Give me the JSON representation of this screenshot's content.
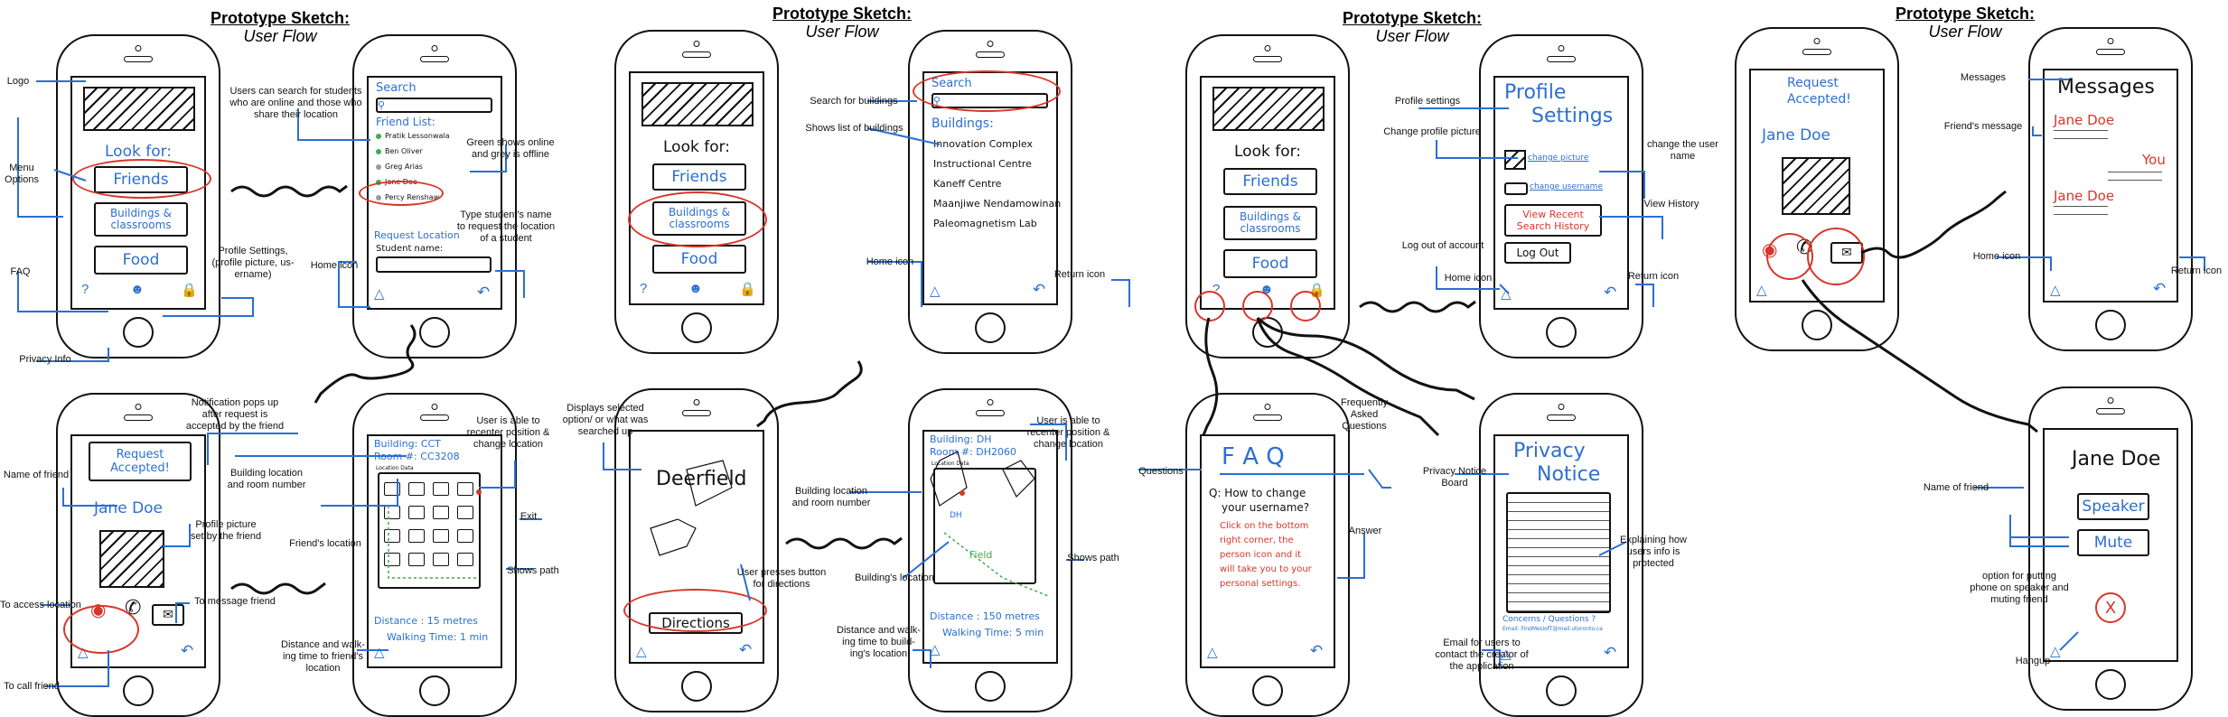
{
  "titles": [
    {
      "line1": "Prototype Sketch:",
      "line2": "User Flow"
    },
    {
      "line1": "Prototype Sketch:",
      "line2": "User Flow"
    },
    {
      "line1": "Prototype Sketch:",
      "line2": "User Flow"
    },
    {
      "line1": "Prototype Sketch:",
      "line2": "User Flow"
    }
  ],
  "menu": {
    "look_for": "Look for:",
    "friends": "Friends",
    "buildings": "Buildings & classrooms",
    "food": "Food"
  },
  "friend_search": {
    "search": "Search",
    "list_title": "Friend List:",
    "friends": [
      {
        "name": "Pratik Lessonwala",
        "status": "online"
      },
      {
        "name": "Ben Oliver",
        "status": "online"
      },
      {
        "name": "Greg Arias",
        "status": "offline"
      },
      {
        "name": "Jane Doe",
        "status": "online"
      },
      {
        "name": "Percy Renshaw",
        "status": "offline"
      }
    ],
    "request_location": "Request Location",
    "student_name": "Student name:",
    "status_colors": {
      "online": "#3cae4a",
      "offline": "#9a9a9a"
    }
  },
  "request_accepted": {
    "line1": "Request",
    "line2": "Accepted!",
    "name": "Jane Doe"
  },
  "friend_map": {
    "building": "Building: CCT",
    "room": "Room #: CC3208",
    "location_data": "Location Data",
    "distance": "Distance : 15 metres",
    "walking": "Walking Time: 1 min"
  },
  "buildings_list": {
    "search": "Search",
    "title": "Buildings:",
    "items": [
      "Innovation Complex",
      "Instructional Centre",
      "Kaneff Centre",
      "Maanjiwe Nendamowinan",
      "Paleomagnetism Lab"
    ]
  },
  "deerfield": {
    "name": "Deerfield",
    "button": "Directions"
  },
  "building_map": {
    "building": "Building: DH",
    "room": "Room #: DH2060",
    "location_data": "Location Data",
    "dh": "DH",
    "field": "Field",
    "distance": "Distance : 150 metres",
    "walking": "Walking Time: 5 min"
  },
  "profile": {
    "title1": "Profile",
    "title2": "Settings",
    "change_picture": "change picture",
    "change_username": "change username",
    "view_recent": "View Recent",
    "search_history": "Search History",
    "log_out": "Log Out"
  },
  "faq": {
    "title": "F A Q",
    "question1": "Q: How to change",
    "question2": "your username?",
    "answer": [
      "Click on the bottom",
      "right corner, the",
      "person icon and it",
      "will take you to your",
      "personal settings."
    ]
  },
  "privacy": {
    "title1": "Privacy",
    "title2": "Notice",
    "concerns": "Concerns / Questions ?",
    "email": "Email: FindMeUofT@mail.utoronto.ca"
  },
  "messages": {
    "title": "Messages",
    "jane1": "Jane Doe",
    "you": "You",
    "jane2": "Jane Doe"
  },
  "call": {
    "name": "Jane Doe",
    "speaker": "Speaker",
    "mute": "Mute",
    "hangup": "X"
  },
  "annotations": {
    "logo": "Logo",
    "menu_options": "Menu Options",
    "faq": "FAQ",
    "privacy_info": "Privacy Info",
    "profile_settings": "Profile Settings, (profile picture, us- ername)",
    "home_icon_1": "Home icon",
    "users_search": "Users can search for students who are online and those who share their location",
    "green_shows": "Green shows online and grey is offline",
    "type_student": "Type student's name to request the location of a student",
    "notification": "Notification pops up after request is accepted by the friend",
    "name_friend_1": "Name of friend",
    "profile_picture_set": "Profile picture set by the friend",
    "to_access": "To access location",
    "to_call": "To call friend",
    "to_message": "To message friend",
    "building_location_1": "Building location and room number",
    "recenter_1": "User is able to recenter position & change location",
    "friends_location": "Friend's location",
    "exit": "Exit",
    "shows_path_1": "Shows path",
    "distance_friend": "Distance and walk- ing time to friend's location",
    "search_buildings": "Search for buildings",
    "shows_list": "Shows list of buildings",
    "home_icon_2": "Home icon",
    "return_icon_2": "Return icon",
    "displays_selected": "Displays selected option/ or what was searched up",
    "user_presses": "User presses button for directions",
    "building_location_2": "Building location and room number",
    "recenter_2": "User is able to recenter position & change location",
    "buildings_location": "Building's location",
    "shows_path_2": "Shows path",
    "distance_building": "Distance and walk- ing time to build- ing's location",
    "profile_settings_3": "Profile settings",
    "change_profile_picture": "Change profile picture",
    "change_user_name": "change the user name",
    "view_history": "View History",
    "log_out": "Log out of account",
    "home_icon_3": "Home icon",
    "return_icon_3": "Return icon",
    "frequently_asked": "Frequently Asked Questions",
    "questions": "Questions",
    "answer": "Answer",
    "privacy_board": "Privacy Notice Board",
    "explaining": "Explaining how users info is protected",
    "email_users": "Email for users to contact the creator of the application",
    "messages": "Messages",
    "friends_message": "Friend's message",
    "home_icon_4": "Home icon",
    "return_icon_4": "Return icon",
    "name_friend_4": "Name of friend",
    "option_speaker": "option for putting phone on speaker and muting friend",
    "hangup": "Hangup"
  }
}
